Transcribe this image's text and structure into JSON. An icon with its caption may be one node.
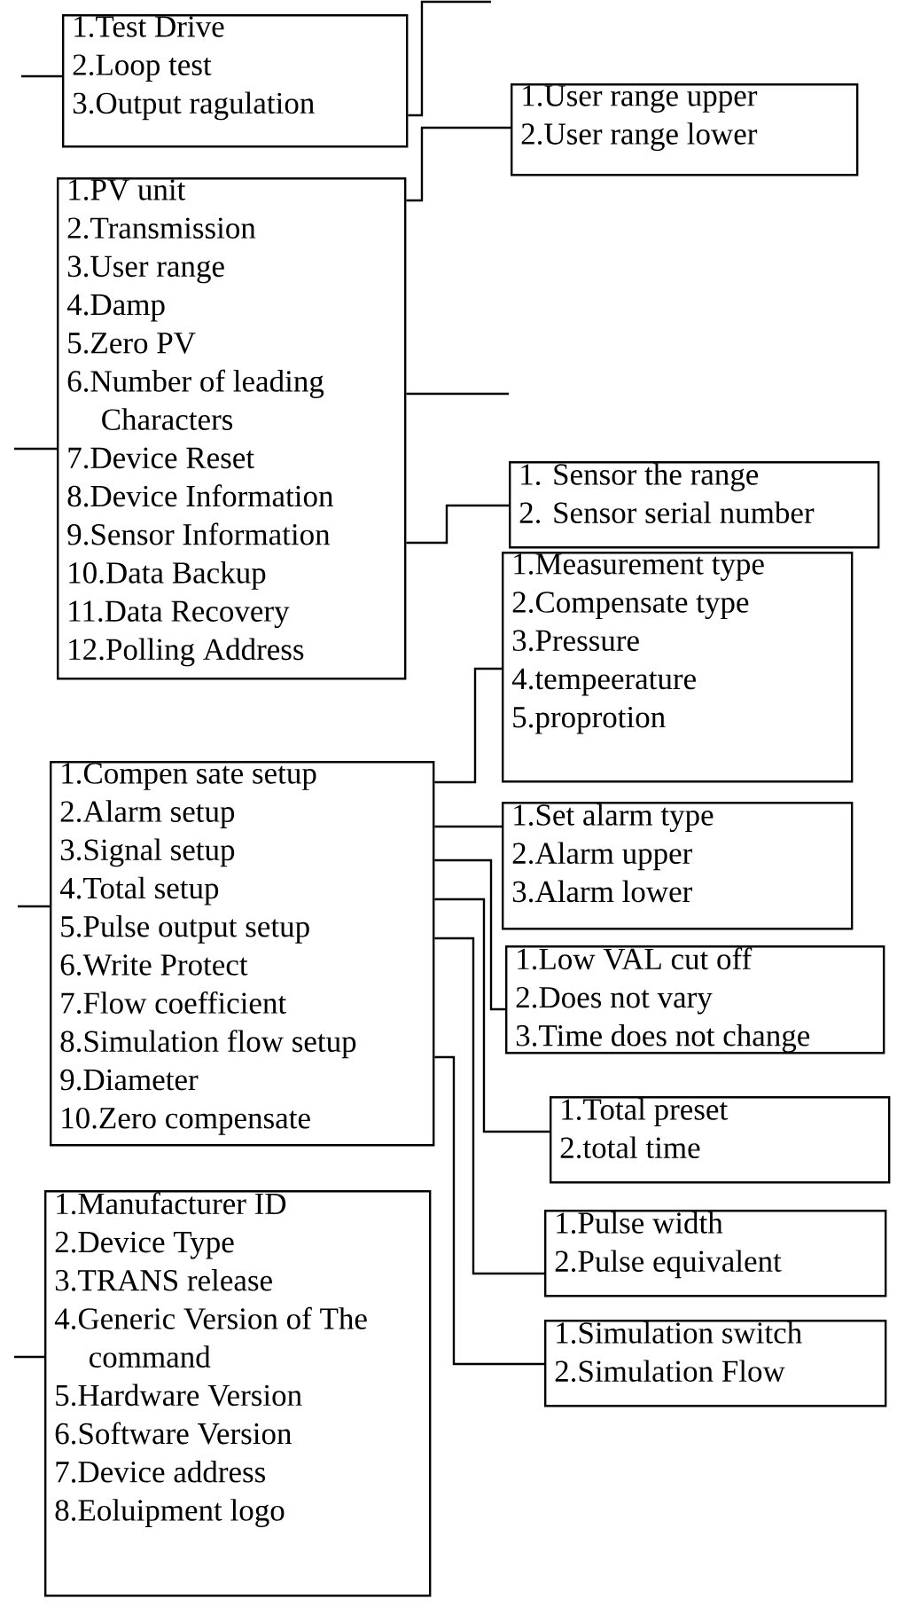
{
  "diagram": {
    "nodes": [
      {
        "text": [
          "1.Test Drive",
          "2.Loop test",
          "3.Output ragulation"
        ]
      },
      {
        "text": [
          "1.User range upper",
          "2.User range lower"
        ]
      },
      {
        "text": [
          "1.PV unit",
          "2.Transmission",
          "3.User range",
          "4.Damp",
          "5.Zero PV",
          "6.Number of leading Characters",
          "7.Device Reset",
          "8.Device Information",
          "9.Sensor Information",
          "10.Data Backup",
          "11.Data Recovery",
          "12.Polling Address"
        ]
      },
      {
        "text": [
          "1. Sensor the range",
          "2. Sensor serial number"
        ]
      },
      {
        "text": [
          "1.Measurement type",
          "2.Compensate type",
          "3.Pressure",
          "4.tempeerature",
          "5.proprotion"
        ]
      },
      {
        "text": [
          "1.Compen sate setup",
          "2.Alarm setup",
          "3.Signal setup",
          "4.Total setup",
          "5.Pulse output setup",
          "6.Write Protect",
          "7.Flow coefficient",
          "8.Simulation flow setup",
          "9.Diameter",
          "10.Zero compensate"
        ]
      },
      {
        "text": [
          "1.Set alarm type",
          "2.Alarm upper",
          "3.Alarm lower"
        ]
      },
      {
        "text": [
          "1.Low VAL cut off",
          "2.Does not vary",
          "3.Time does not change"
        ]
      },
      {
        "text": [
          "1.Total preset",
          "2.total time"
        ]
      },
      {
        "text": [
          "1.Pulse width",
          "2.Pulse equivalent"
        ]
      },
      {
        "text": [
          "1.Simulation switch",
          "2.Simulation Flow"
        ]
      },
      {
        "text": [
          "1.Manufacturer ID",
          "2.Device Type",
          "3.TRANS release",
          "4.Generic Version of The command",
          "5.Hardware Version",
          "6.Software Version",
          "7.Device address",
          "8.Eoluipment logo"
        ]
      }
    ],
    "edges": [
      {
        "from": null,
        "to": 0,
        "arrow": "none"
      },
      {
        "from": 0,
        "to": null,
        "arrow": "none"
      },
      {
        "from": 2,
        "to": 1,
        "arrow": "none"
      },
      {
        "from": 2,
        "to": null,
        "arrow": "none"
      },
      {
        "from": null,
        "to": 2,
        "arrow": "none"
      },
      {
        "from": 2,
        "to": 3,
        "arrow": "none"
      },
      {
        "from": 5,
        "to": 4,
        "arrow": "none"
      },
      {
        "from": 5,
        "to": 6,
        "arrow": "none"
      },
      {
        "from": 5,
        "to": 7,
        "arrow": "none"
      },
      {
        "from": 5,
        "to": 8,
        "arrow": "none"
      },
      {
        "from": 5,
        "to": 9,
        "arrow": "none"
      },
      {
        "from": 5,
        "to": 10,
        "arrow": "none"
      },
      {
        "from": null,
        "to": 5,
        "arrow": "none"
      },
      {
        "from": null,
        "to": 11,
        "arrow": "none"
      }
    ]
  }
}
